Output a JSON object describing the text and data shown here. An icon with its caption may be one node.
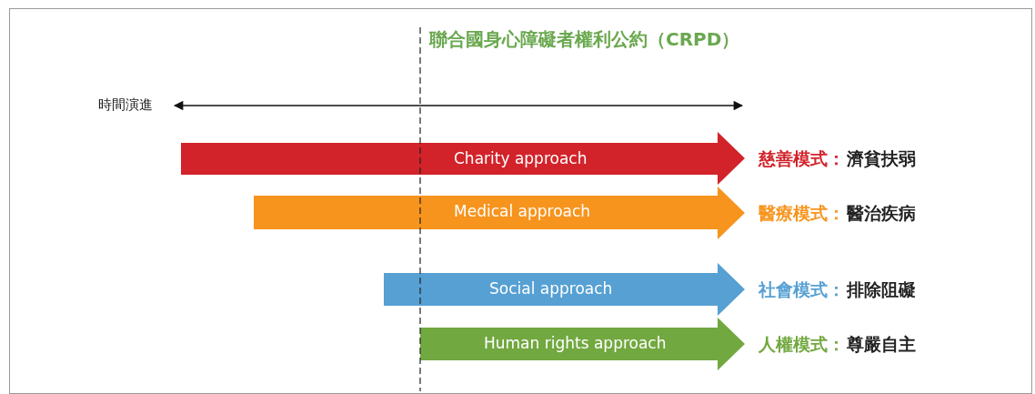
{
  "diagram": {
    "title": "聯合國身心障礙者權利公約（CRPD）",
    "nodes": [
      {
        "text": [
          "Charity approach"
        ],
        "beside": [
          "慈善模式：",
          "濟貧扶弱"
        ]
      },
      {
        "text": [
          "Medical approach"
        ],
        "beside": [
          "醫療模式：",
          "醫治疾病"
        ]
      },
      {
        "text": [
          "Social approach"
        ],
        "beside": [
          "社會模式：",
          "排除阻礙"
        ]
      },
      {
        "text": [
          "Human rights approach"
        ],
        "beside": [
          "人權模式：",
          "尊嚴自主"
        ]
      }
    ],
    "edges": [],
    "labels": [
      "時間演進"
    ]
  }
}
